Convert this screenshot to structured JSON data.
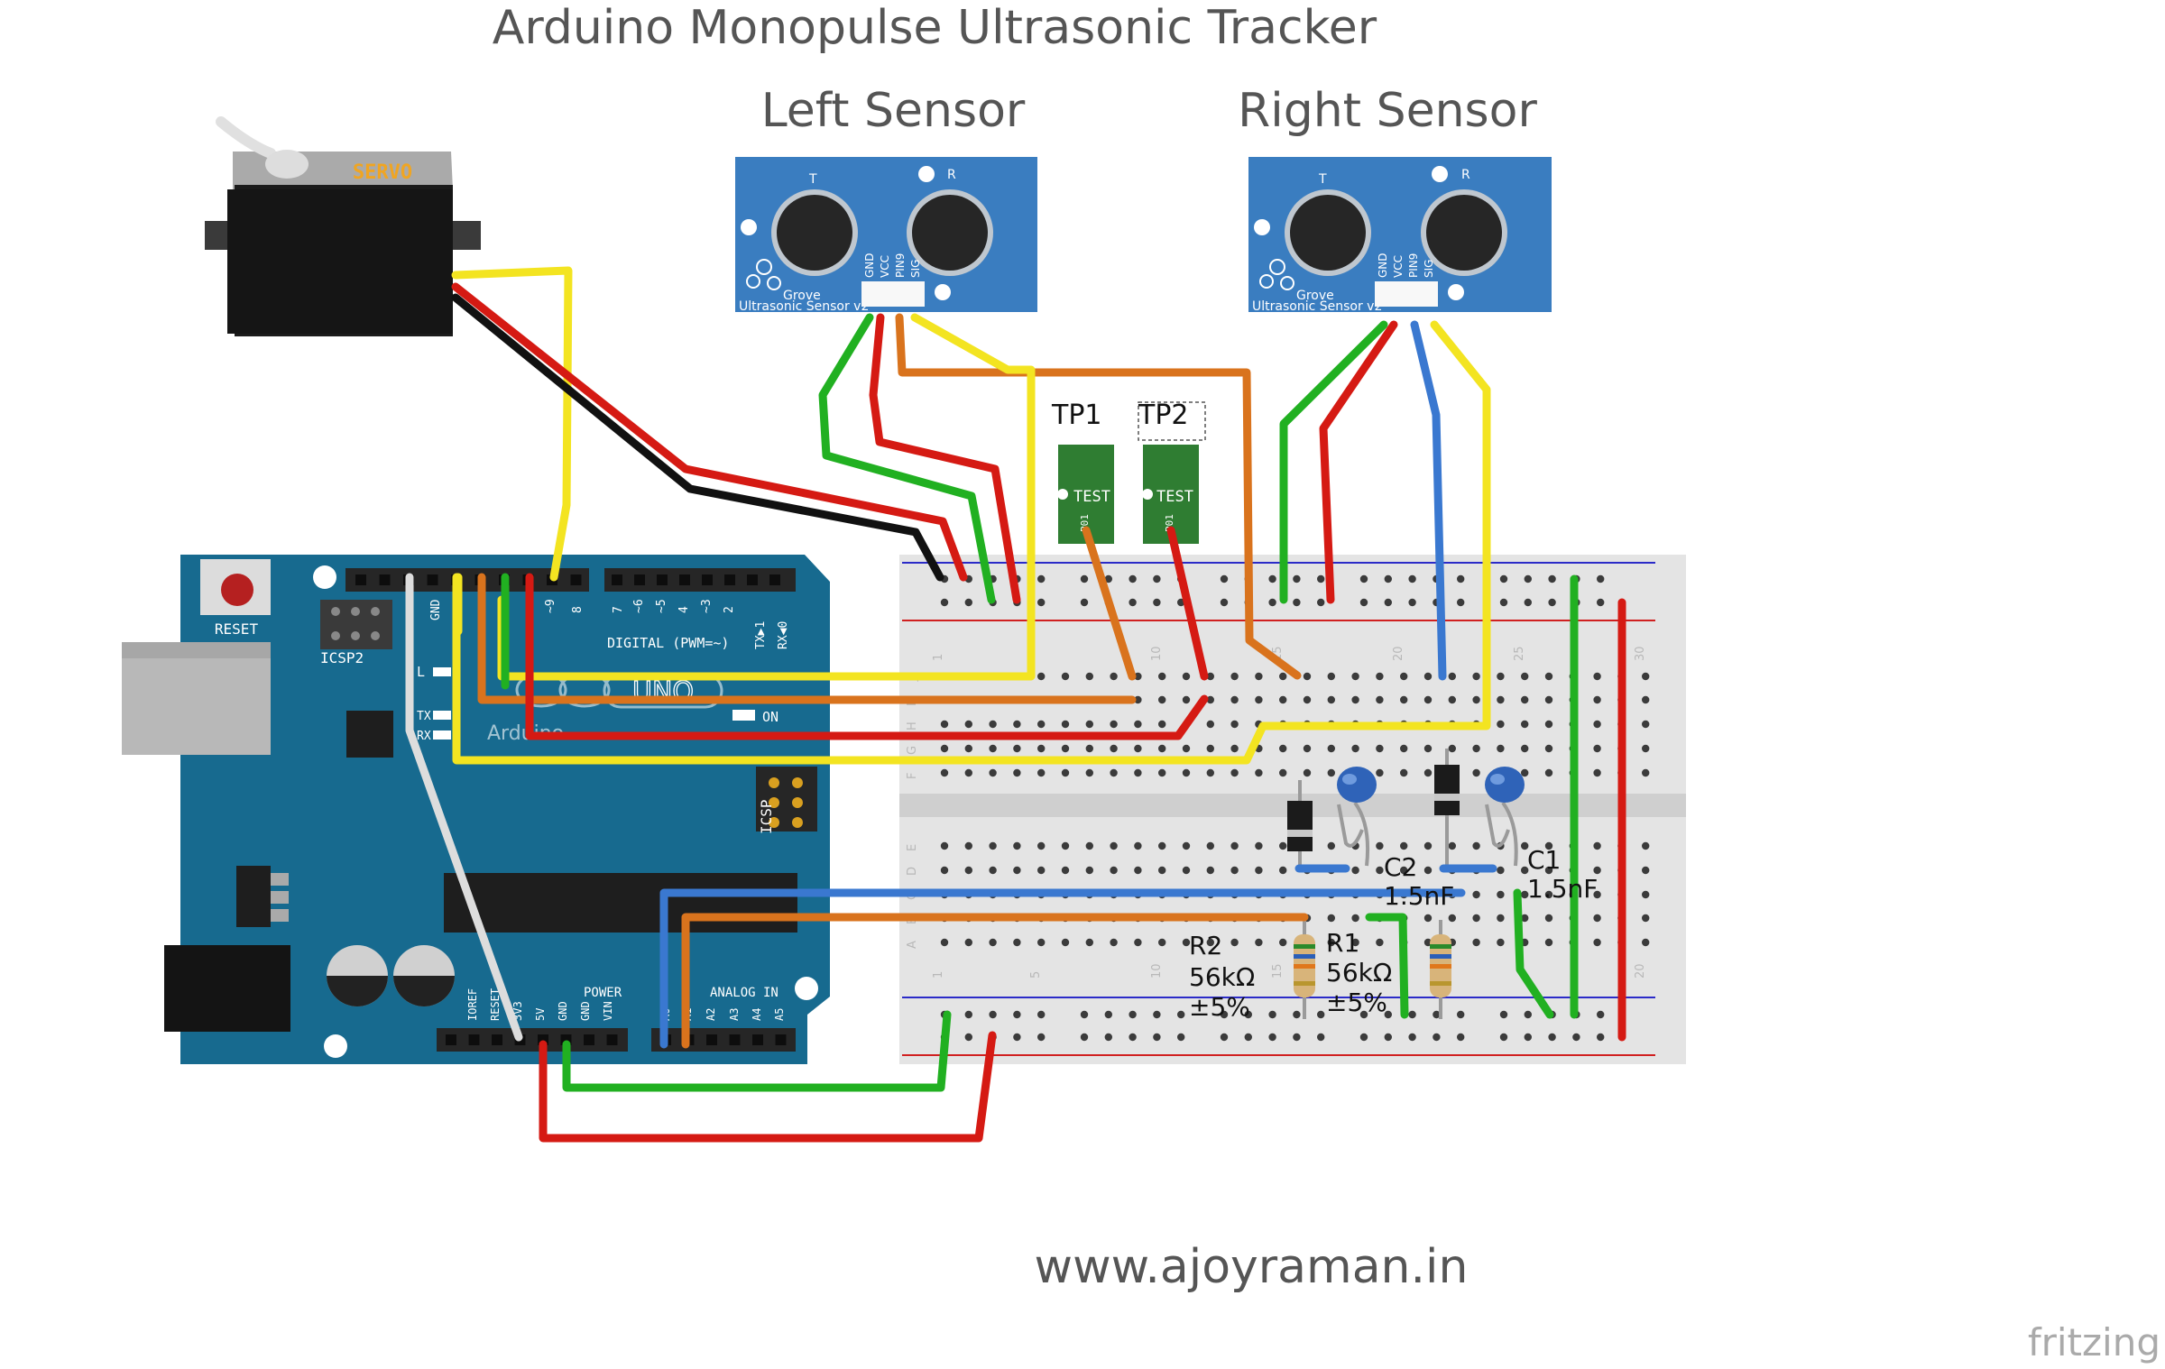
{
  "title": "Arduino Monopulse Ultrasonic Tracker",
  "sensors": {
    "left": {
      "heading": "Left Sensor",
      "t": "T",
      "r": "R",
      "brand": "Grove",
      "model": "Ultrasonic Sensor v2",
      "pins": [
        "GND",
        "VCC",
        "PIN9",
        "SIG"
      ]
    },
    "right": {
      "heading": "Right Sensor",
      "t": "T",
      "r": "R",
      "brand": "Grove",
      "model": "Ultrasonic Sensor v2",
      "pins": [
        "GND",
        "VCC",
        "PIN9",
        "SIG"
      ]
    }
  },
  "servo": {
    "label": "SERVO"
  },
  "testpoints": [
    {
      "name": "TP1",
      "text": "TEST",
      "sub": "P01"
    },
    {
      "name": "TP2",
      "text": "TEST",
      "sub": "P01"
    }
  ],
  "arduino": {
    "reset": "RESET",
    "icsp2": "ICSP2",
    "icsp": "ICSP",
    "digital": "DIGITAL (PWM=~)",
    "logo": "UNO",
    "brand": "Arduino",
    "on": "ON",
    "l": "L",
    "tx": "TX",
    "rx": "RX",
    "power": "POWER",
    "analog": "ANALOG IN",
    "gnd": "GND",
    "power_pins": [
      "IOREF",
      "RESET",
      "3V3",
      "5V",
      "GND",
      "GND",
      "VIN"
    ],
    "analog_pins": [
      "A0",
      "A1",
      "A2",
      "A3",
      "A4",
      "A5"
    ],
    "digital_pins": [
      "7",
      "~6",
      "~5",
      "4",
      "~3",
      "2",
      "TX▶1",
      "RX◀0"
    ],
    "pin_9": "~9",
    "pin_8": "8"
  },
  "components": {
    "c2": {
      "name": "C2",
      "value": "1.5nF"
    },
    "c1": {
      "name": "C1",
      "value": "1.5nF"
    },
    "r2": {
      "name": "R2",
      "value": "56kΩ",
      "tol": "±5%"
    },
    "r1": {
      "name": "R1",
      "value": "56kΩ",
      "tol": "±5%"
    }
  },
  "breadboard": {
    "col_numbers": [
      "1",
      "5",
      "10",
      "15",
      "20",
      "25",
      "30"
    ],
    "row_letters_top": [
      "J",
      "I",
      "H",
      "G",
      "F"
    ],
    "row_letters_bottom": [
      "E",
      "D",
      "C",
      "B",
      "A"
    ]
  },
  "website": "www.ajoyraman.in",
  "watermark": "fritzing",
  "colors": {
    "board": "#176a8f",
    "sensor": "#3a7dc0",
    "breadboard": "#e3e3e3",
    "wire_red": "#d51a13",
    "wire_green": "#21b021",
    "wire_yellow": "#f3e421",
    "wire_orange": "#d9731d",
    "wire_blue": "#3a78d0",
    "wire_black": "#111111",
    "testpoint": "#2f7d32"
  }
}
